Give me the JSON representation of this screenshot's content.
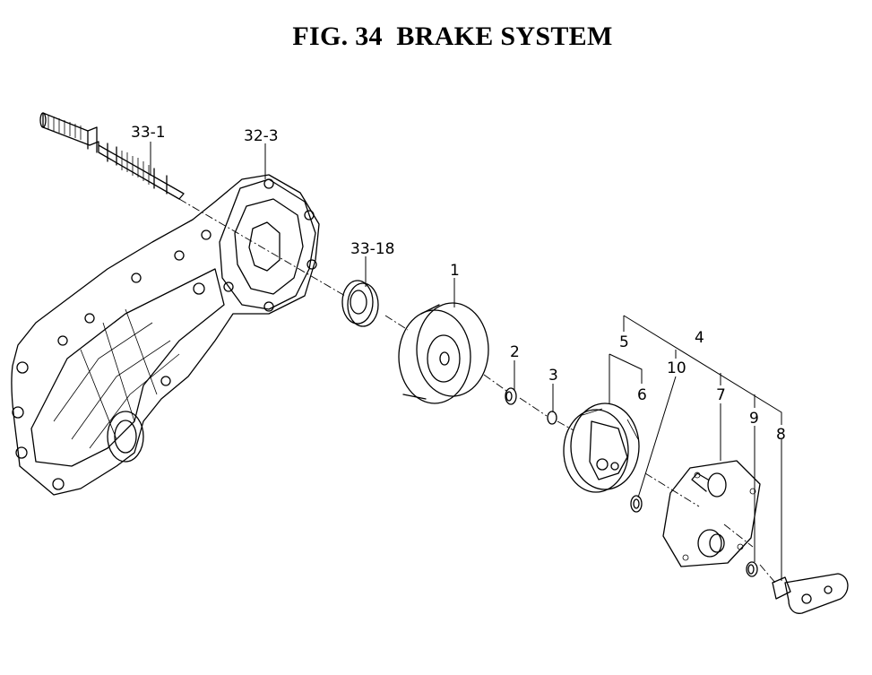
{
  "title": "FIG. 34  BRAKE SYSTEM",
  "labels": {
    "p33_1": "33-1",
    "p32_3": "32-3",
    "p33_18": "33-18",
    "p1": "1",
    "p2": "2",
    "p3": "3",
    "p4": "4",
    "p5": "5",
    "p6": "6",
    "p7": "7",
    "p8": "8",
    "p9": "9",
    "p10": "10"
  }
}
